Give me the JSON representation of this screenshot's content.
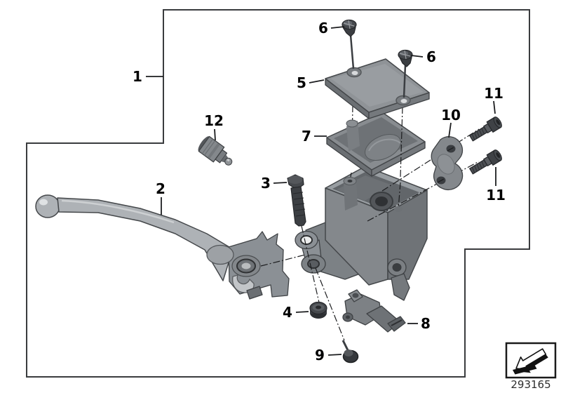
{
  "palette": {
    "background": "#ffffff",
    "frame-line": "#3a3c3e",
    "draw-line": "#1c1d1f",
    "label-color": "#000000",
    "part-light": "#aeb2b6",
    "part-mid": "#8b9095",
    "part-mid2": "#7c8185",
    "part-dark": "#5f6367",
    "hardware-dark": "#3b3e42",
    "part-number-color": "#2e2e2e"
  },
  "diagram": {
    "part_number": "293165",
    "callouts": [
      {
        "label": "1"
      },
      {
        "label": "2"
      },
      {
        "label": "3"
      },
      {
        "label": "4"
      },
      {
        "label": "5"
      },
      {
        "label": "6"
      },
      {
        "label": "6"
      },
      {
        "label": "7"
      },
      {
        "label": "8"
      },
      {
        "label": "9"
      },
      {
        "label": "10"
      },
      {
        "label": "11"
      },
      {
        "label": "11"
      },
      {
        "label": "12"
      }
    ]
  }
}
